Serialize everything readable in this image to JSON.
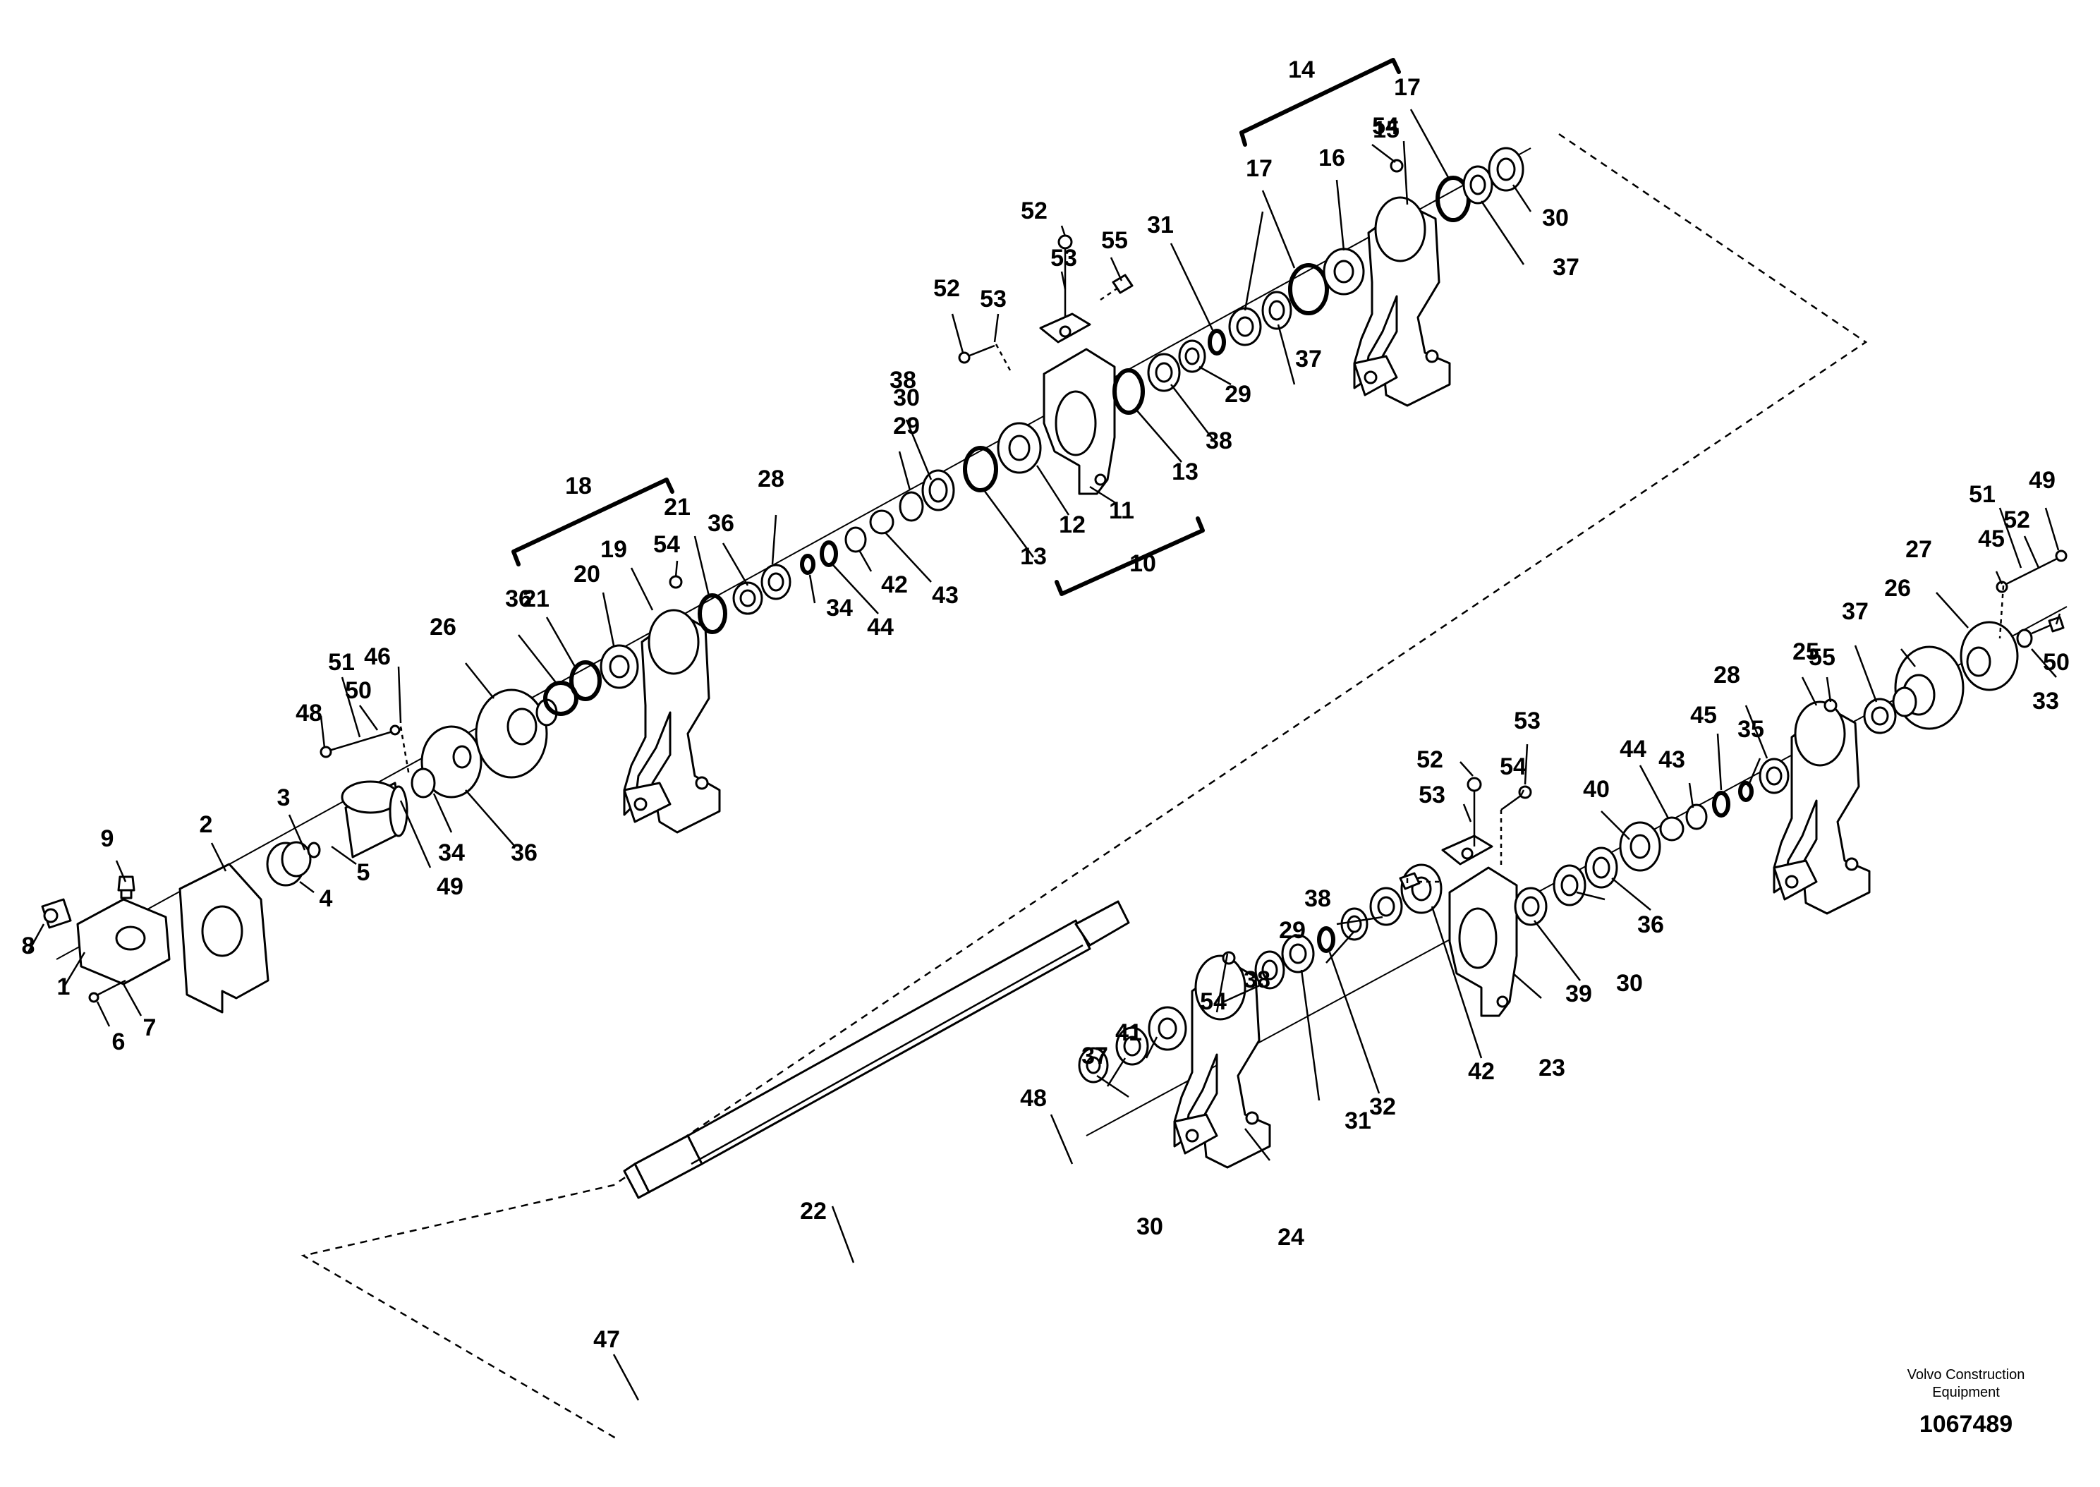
{
  "diagram": {
    "brand_line1": "Volvo Construction",
    "brand_line2": "Equipment",
    "doc_number": "1067489",
    "callouts": [
      "1",
      "2",
      "3",
      "4",
      "5",
      "6",
      "7",
      "8",
      "9",
      "10",
      "11",
      "12",
      "13",
      "13",
      "14",
      "15",
      "16",
      "17",
      "17",
      "18",
      "19",
      "20",
      "21",
      "21",
      "22",
      "23",
      "24",
      "25",
      "26",
      "26",
      "27",
      "28",
      "28",
      "29",
      "29",
      "29",
      "30",
      "30",
      "30",
      "30",
      "31",
      "31",
      "32",
      "33",
      "34",
      "34",
      "35",
      "36",
      "36",
      "36",
      "36",
      "37",
      "37",
      "37",
      "37",
      "38",
      "38",
      "38",
      "38",
      "39",
      "40",
      "41",
      "42",
      "42",
      "43",
      "43",
      "44",
      "44",
      "45",
      "45",
      "46",
      "47",
      "48",
      "48",
      "49",
      "49",
      "50",
      "50",
      "51",
      "51",
      "52",
      "52",
      "52",
      "52",
      "53",
      "53",
      "53",
      "53",
      "54",
      "54",
      "54",
      "54",
      "55",
      "55"
    ]
  }
}
